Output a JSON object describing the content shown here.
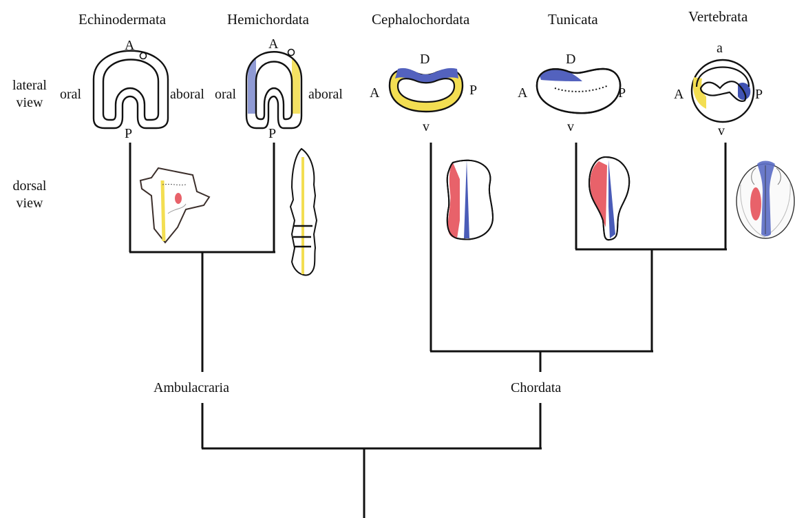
{
  "row_labels": {
    "lateral": "lateral\nview",
    "dorsal": "dorsal\nview"
  },
  "taxa": {
    "echinodermata": {
      "name": "Echinodermata",
      "top": "A",
      "left": "oral",
      "right": "aboral",
      "bottom": "P"
    },
    "hemichordata": {
      "name": "Hemichordata",
      "top": "A",
      "left": "oral",
      "right": "aboral",
      "bottom": "P"
    },
    "cephalochordata": {
      "name": "Cephalochordata",
      "top": "D",
      "left": "A",
      "right": "P",
      "bottom": "v"
    },
    "tunicata": {
      "name": "Tunicata",
      "top": "D",
      "left": "A",
      "right": "P",
      "bottom": "v"
    },
    "vertebrata": {
      "name": "Vertebrata",
      "top": "a",
      "left": "A",
      "right": "P",
      "bottom": "v"
    }
  },
  "clades": {
    "ambulacraria": "Ambulacraria",
    "chordata": "Chordata"
  },
  "colors": {
    "outline": "#111111",
    "yellow": "#f5e04a",
    "blue": "#4a5cb8",
    "red": "#e8626a",
    "tree": "#111111"
  }
}
